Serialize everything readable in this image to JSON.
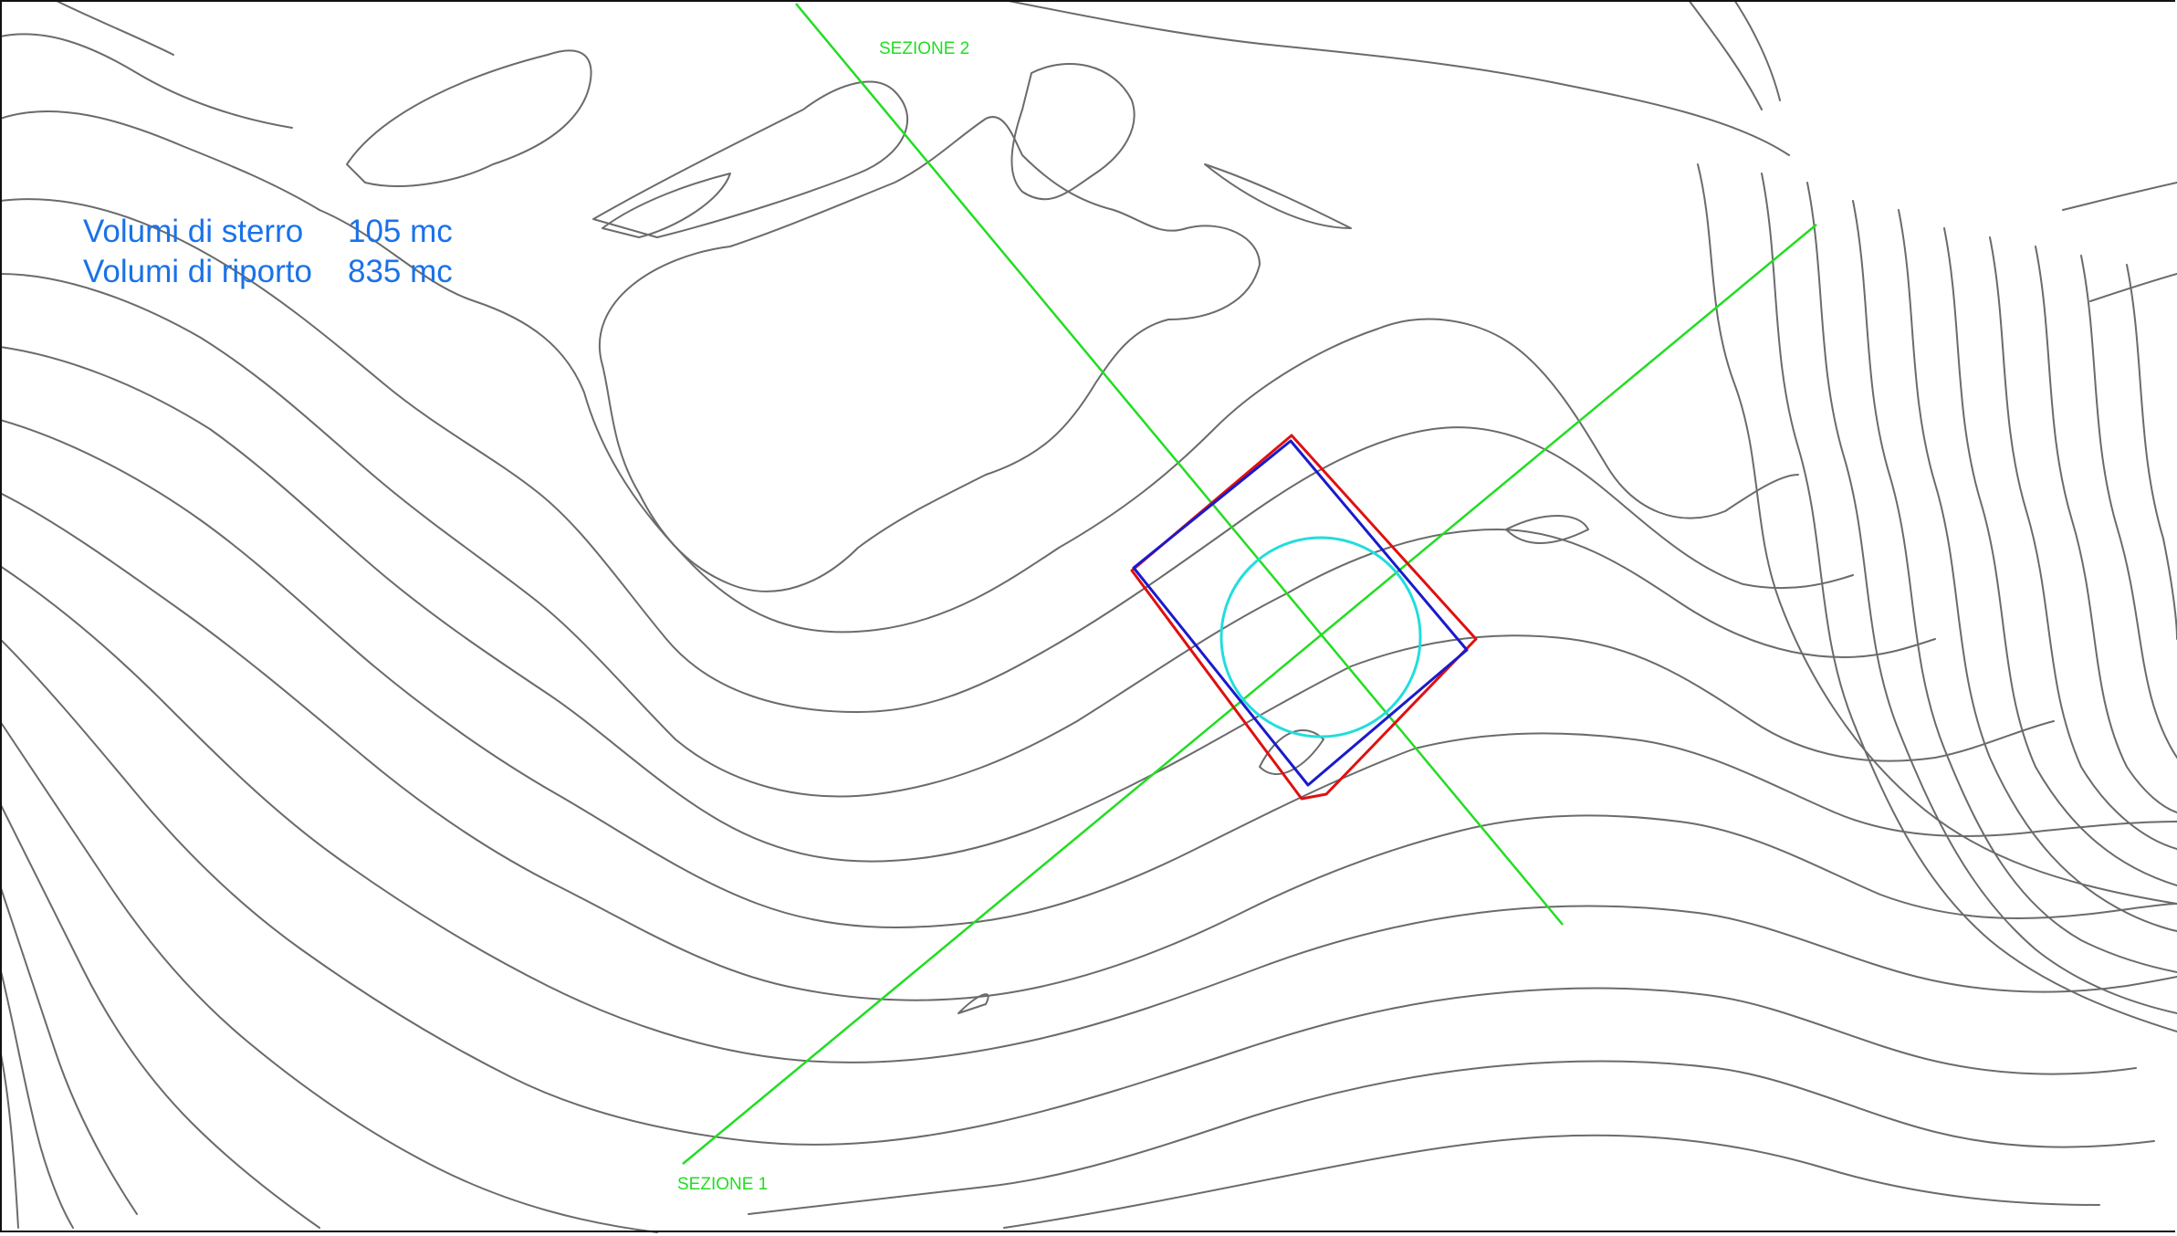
{
  "drawing": {
    "volumes": {
      "cut_label": "Volumi di sterro",
      "cut_value": "105 mc",
      "fill_label": "Volumi di riporto",
      "fill_value": "835 mc"
    },
    "sections": {
      "section_1_label": "SEZIONE 1",
      "section_2_label": "SEZIONE 2"
    },
    "colors": {
      "contour": "#6b6b6b",
      "section_line": "#22dd22",
      "text": "#1a72e8",
      "existing_outline": "#e01010",
      "project_outline": "#1a1acc",
      "circle": "#22dddd"
    }
  }
}
